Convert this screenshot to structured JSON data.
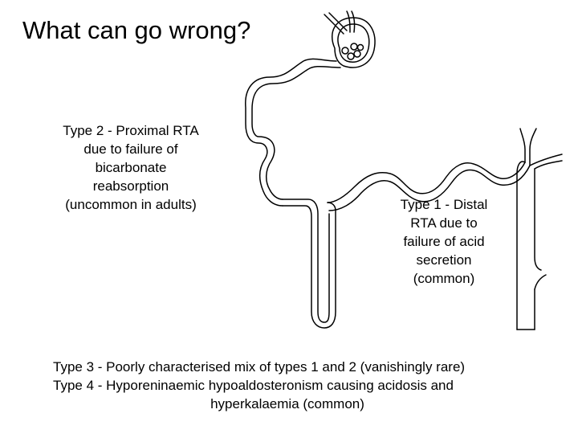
{
  "slide": {
    "title": "What can go wrong?",
    "type2_lines": [
      "Type 2 - Proximal RTA",
      "due to failure of",
      "bicarbonate",
      "reabsorption",
      "(uncommon in adults)"
    ],
    "type1_lines": [
      "Type 1 - Distal",
      "RTA due to",
      "failure of acid",
      "secretion",
      "(common)"
    ],
    "type3": "Type 3 - Poorly characterised mix of types 1 and 2 (vanishingly rare)",
    "type4_line1": "Type 4 - Hyporeninaemic hypoaldosteronism causing acidosis and",
    "type4_line2": "hyperkalaemia (common)"
  },
  "colors": {
    "background": "#ffffff",
    "text": "#000000",
    "line": "#000000"
  }
}
